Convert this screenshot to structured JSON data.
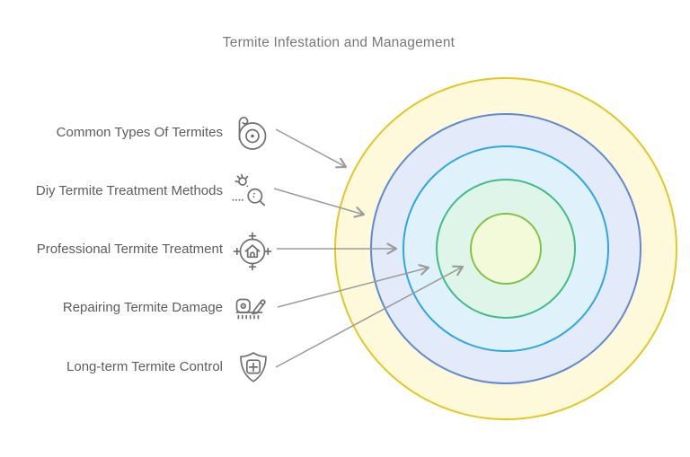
{
  "title": "Termite Infestation and Management",
  "colors": {
    "background": "#ffffff",
    "title_text": "#77787b",
    "label_text": "#5c5d60",
    "arrow": "#9b9b9b",
    "icon_stroke": "#6f7072"
  },
  "items": [
    {
      "label": "Common Types Of Termites",
      "icon": "termite-spiral-icon",
      "target_ring": 1
    },
    {
      "label": "Diy Termite Treatment Methods",
      "icon": "bug-search-icon",
      "target_ring": 2
    },
    {
      "label": "Professional Termite Treatment",
      "icon": "house-target-icon",
      "target_ring": 3
    },
    {
      "label": "Repairing Termite Damage",
      "icon": "measure-pencil-icon",
      "target_ring": 4
    },
    {
      "label": "Long-term Termite Control",
      "icon": "shield-plus-icon",
      "target_ring": 5
    }
  ],
  "rings": [
    {
      "level": 1,
      "fill": "#fdf9da",
      "stroke": "#e3c722"
    },
    {
      "level": 2,
      "fill": "#e3eaf9",
      "stroke": "#6189cf"
    },
    {
      "level": 3,
      "fill": "#dff1fa",
      "stroke": "#2ca8e0"
    },
    {
      "level": 4,
      "fill": "#dff5e9",
      "stroke": "#3fbd85"
    },
    {
      "level": 5,
      "fill": "#f2fada",
      "stroke": "#7fc342"
    }
  ]
}
